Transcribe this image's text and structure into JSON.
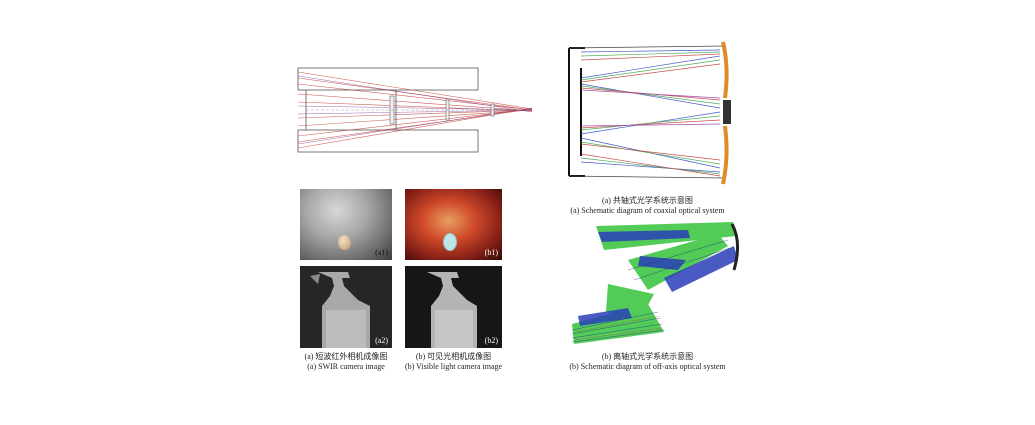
{
  "figure_left": {
    "panels": [
      {
        "id": "a1",
        "label": "(a1)"
      },
      {
        "id": "b1",
        "label": "(b1)"
      },
      {
        "id": "a2",
        "label": "(a2)"
      },
      {
        "id": "b2",
        "label": "(b2)"
      }
    ],
    "caption_a_zh": "(a) 短波红外相机成像图",
    "caption_a_en": "(a) SWIR camera image",
    "caption_b_zh": "(b) 可见光相机成像图",
    "caption_b_en": "(b) Visible light camera image"
  },
  "figure_right": {
    "caption_a_zh": "(a) 共轴式光学系统示意图",
    "caption_a_en": "(a) Schematic diagram of coaxial optical system",
    "caption_b_zh": "(b) 离轴式光学系统示意图",
    "caption_b_en": "(b) Schematic diagram of off-axis optical system"
  },
  "colors": {
    "ray_red": "#c0392b",
    "ray_blue": "#2040c0",
    "ray_green": "#30c040",
    "mirror_orange": "#e08a2c"
  }
}
